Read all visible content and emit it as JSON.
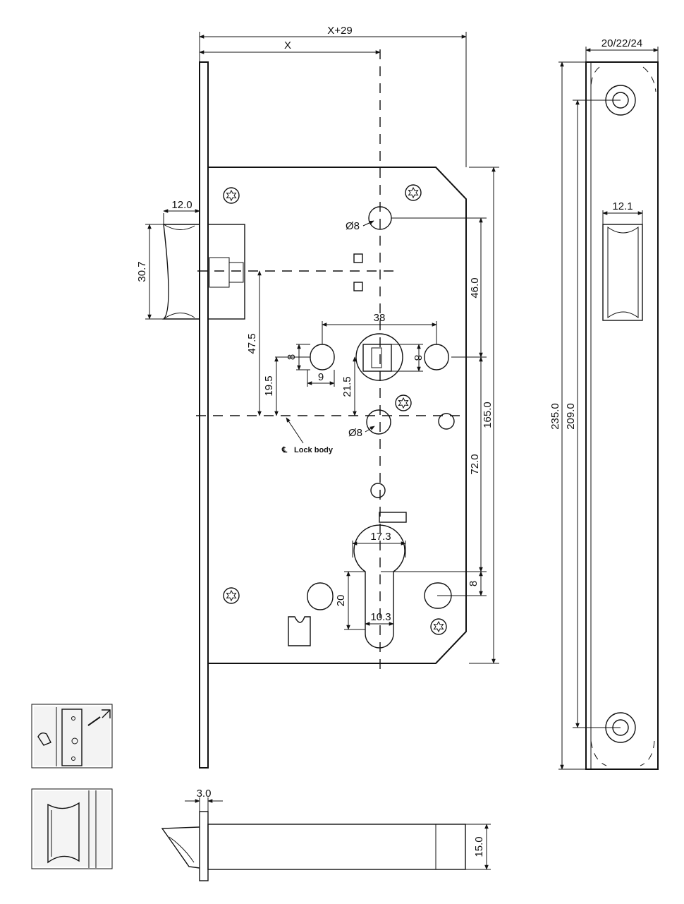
{
  "dimensions": {
    "x_plus_29": "X+29",
    "x": "X",
    "faceplate_width": "20/22/24",
    "latch_width": "12.0",
    "latch_height": "30.7",
    "keeper_latch_width": "12.1",
    "hole_diameter_top": "Ø8",
    "hole_diameter_bottom": "Ø8",
    "dim_46": "46.0",
    "dim_47_5": "47.5",
    "dim_38": "38",
    "dim_8_left": "8",
    "dim_8_right": "8",
    "dim_9": "9",
    "dim_19_5": "19.5",
    "dim_21_5": "21.5",
    "dim_165": "165.0",
    "dim_72": "72.0",
    "dim_235": "235.0",
    "dim_209": "209.0",
    "dim_17_3": "17.3",
    "dim_20": "20",
    "dim_10_3": "10.3",
    "dim_8_bottom": "8",
    "dim_3": "3.0",
    "dim_15": "15.0"
  },
  "labels": {
    "centerline_symbol": "℄",
    "lock_body": "Lock body"
  }
}
